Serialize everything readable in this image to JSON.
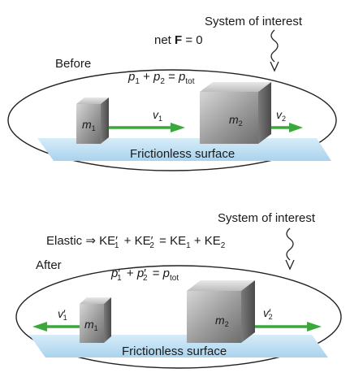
{
  "top": {
    "system_label": "System of interest",
    "net_force_prefix": "net ",
    "net_force_symbol": "F",
    "net_force_suffix": " = 0",
    "phase_label": "Before",
    "p1": "p",
    "p1_sub": "1",
    "plus": " + ",
    "p2": "p",
    "p2_sub": "2",
    "equals": " = ",
    "ptot": "p",
    "ptot_sub": "tot",
    "m1": "m",
    "m1_sub": "1",
    "m2": "m",
    "m2_sub": "2",
    "v1": "v",
    "v1_sub": "1",
    "v2": "v",
    "v2_sub": "2",
    "surface_label": "Frictionless surface"
  },
  "bottom": {
    "system_label": "System of interest",
    "elastic_prefix": "Elastic ⇒ KE",
    "ke1p_sub": "1",
    "ke2p": "KE",
    "ke2p_sub": "2",
    "ke1": "KE",
    "ke1_sub": "1",
    "ke2": "KE",
    "ke2_sub": "2",
    "prime": "′",
    "phase_label": "After",
    "p1": "p",
    "p1_sub": "1",
    "p2": "p",
    "p2_sub": "2",
    "ptot": "p",
    "ptot_sub": "tot",
    "plus": " + ",
    "equals": " = ",
    "m1": "m",
    "m1_sub": "1",
    "m2": "m",
    "m2_sub": "2",
    "v1": "v",
    "v1_sub": "1",
    "v2": "v",
    "v2_sub": "2",
    "surface_label": "Frictionless surface"
  },
  "colors": {
    "arrow": "#3aa83a",
    "surface": "#bfe0f2",
    "block_front": "#8e8e8e",
    "block_top": "#c8c8c8",
    "block_side": "#5f5f5f"
  }
}
